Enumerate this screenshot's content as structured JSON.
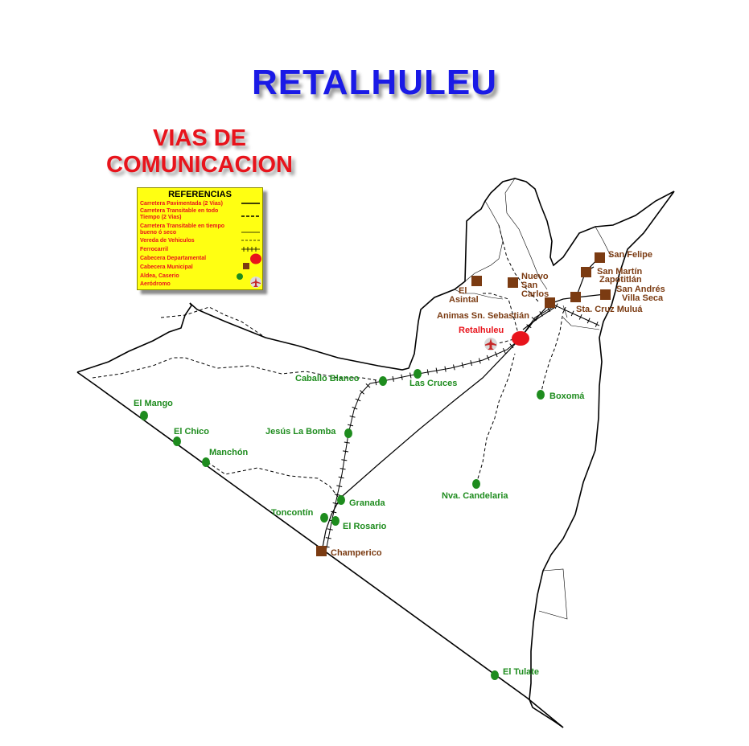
{
  "title": "RETALHULEU",
  "subtitle_line1": "VIAS DE",
  "subtitle_line2": "COMUNICACION",
  "legend": {
    "heading": "REFERENCIAS",
    "items": [
      {
        "label": "Carretera Pavimentada (2 Vias)",
        "symbol": "solid-thick-line"
      },
      {
        "label": "Carretera Transitable en todo Tiempo (2 Vias)",
        "symbol": "dashed-thick-line"
      },
      {
        "label": "Carretera Transitable en tiempo bueno ó seco",
        "symbol": "solid-thin-line"
      },
      {
        "label": "Vereda de Vehiculos",
        "symbol": "dashed-thin-line"
      },
      {
        "label": "Ferrocarril",
        "symbol": "railway-line"
      },
      {
        "label": "Cabecera Departamental",
        "symbol": "red-ellipse"
      },
      {
        "label": "Cabecera Municipal",
        "symbol": "brown-square"
      },
      {
        "label": "Aldea, Caserio",
        "symbol": "green-dot"
      },
      {
        "label": "Aeródromo",
        "symbol": "airplane-icon"
      }
    ]
  },
  "colors": {
    "title": "#1a1ae6",
    "subtitle": "#e8141c",
    "legend_bg": "#ffff12",
    "cabecera_departamental": "#e8141c",
    "cabecera_municipal": "#7b3b12",
    "aldea": "#1e8c1e"
  },
  "places": {
    "retalhuleu": "Retalhuleu",
    "el_asintal_1": "El",
    "el_asintal_2": "Asintal",
    "nuevo_san_carlos_1": "Nuevo",
    "nuevo_san_carlos_2": "San",
    "nuevo_san_carlos_3": "Carlos",
    "animas": "Animas Sn. Sebastián",
    "san_felipe": "San Felipe",
    "san_martin_1": "San Martín",
    "san_martin_2": "Zapotitlán",
    "san_andres_1": "San Andrés",
    "san_andres_2": "Villa Seca",
    "santa_cruz": "Sta. Cruz Muluá",
    "champerico": "Champerico",
    "caballo_blanco": "Caballo Blanco",
    "las_cruces": "Las Cruces",
    "el_mango": "El Mango",
    "el_chico": "El Chico",
    "manchon": "Manchón",
    "jesus_la_bomba": "Jesús La Bomba",
    "granada": "Granada",
    "toncontin": "Toncontín",
    "el_rosario": "El Rosario",
    "nva_candelaria": "Nva. Candelaria",
    "boxoma": "Boxomá",
    "el_tulate": "El Tulate"
  }
}
